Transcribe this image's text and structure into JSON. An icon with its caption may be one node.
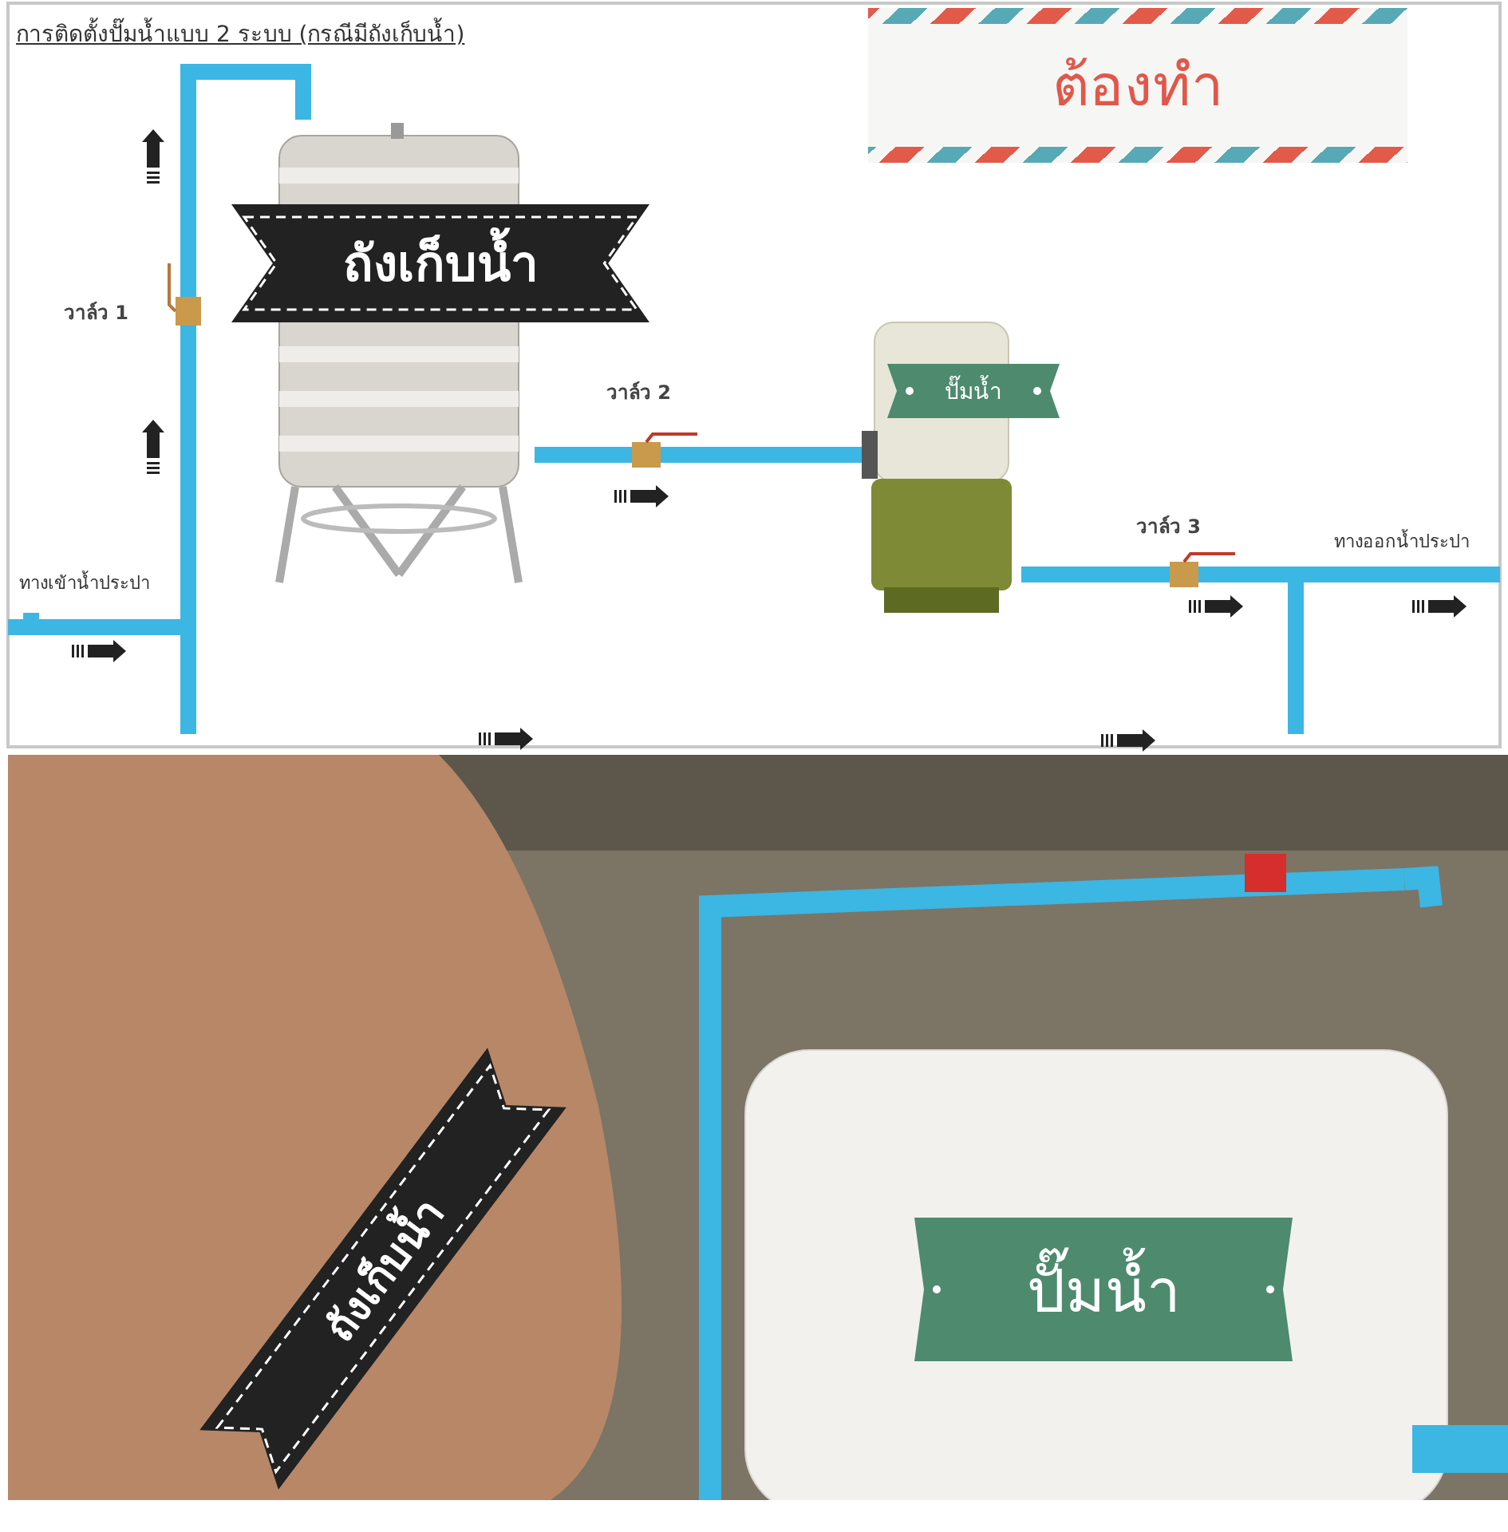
{
  "diagram": {
    "title": "การติดตั้งปั๊มน้ำแบบ 2 ระบบ (กรณีมีถังเก็บน้ำ)",
    "nodes": [
      {
        "text": [],
        "shape": "picture"
      },
      {
        "text": [
          "ถังเก็บน้ำ"
        ]
      },
      {
        "text": [],
        "shape": "picture"
      },
      {
        "text": [
          "ปั๊มน้ำ"
        ]
      },
      {
        "text": [
          "ทางเข้าน้ำประปา"
        ]
      },
      {
        "text": [
          "ทางออกน้ำประปา"
        ]
      },
      {
        "text": [
          "ต้องทำ"
        ]
      },
      {
        "text": [],
        "shape": "picture"
      },
      {
        "text": [
          "ถังเก็บน้ำ"
        ],
        "in": 7
      },
      {
        "text": [
          "ปั๊มน้ำ"
        ],
        "in": 7
      }
    ],
    "edges": [
      {
        "from": 4,
        "to": 0,
        "arrow": "none"
      },
      {
        "from": 0,
        "to": 2,
        "arrow": "none"
      },
      {
        "from": 2,
        "to": 5,
        "arrow": "none"
      }
    ],
    "labels": [
      "วาล์ว 1",
      "วาล์ว 2",
      "วาล์ว 3"
    ]
  }
}
